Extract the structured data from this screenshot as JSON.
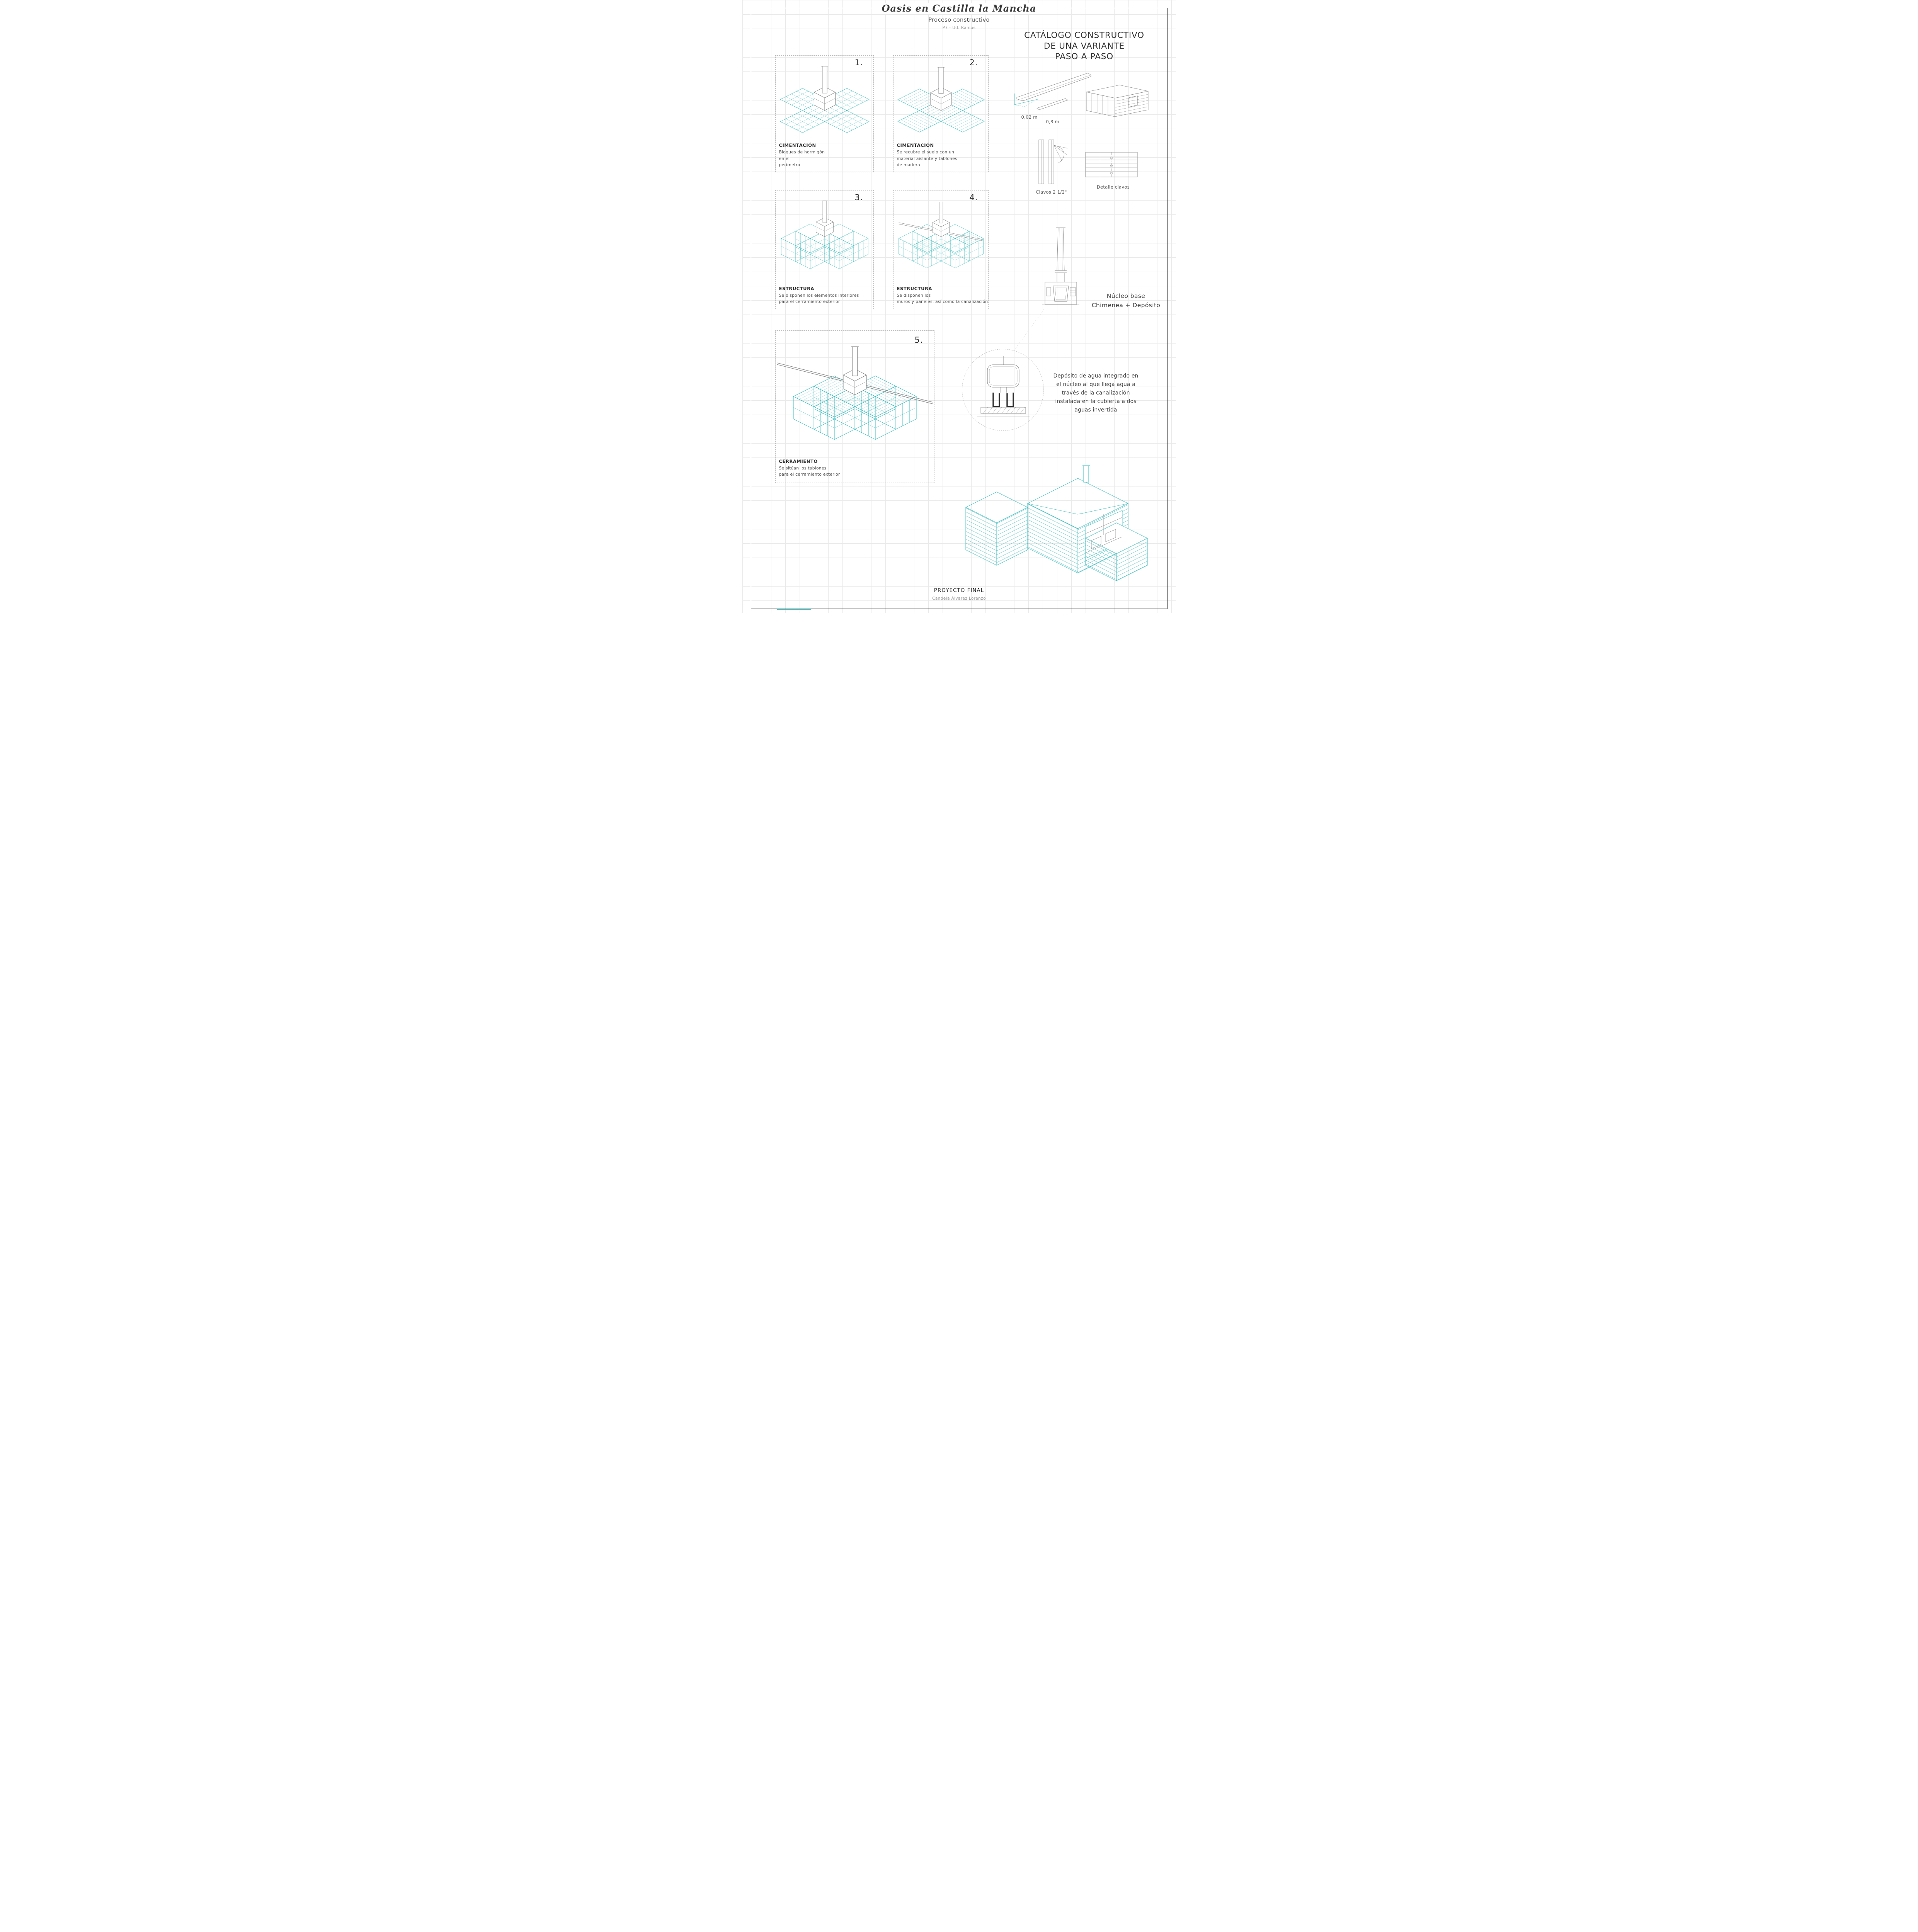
{
  "page": {
    "title": "Oasis en Castilla la Mancha",
    "subtitle": "Proceso constructivo",
    "code": "P7 - Ud. Ramos"
  },
  "catalog_heading": {
    "line1": "CATÁLOGO CONSTRUCTIVO",
    "line2": "DE UNA VARIANTE",
    "line3": "PASO A PASO"
  },
  "steps": [
    {
      "number": "1.",
      "title": "CIMENTACIÓN",
      "lines": [
        "Bloques de hormigón",
        "en el",
        "perímetro"
      ]
    },
    {
      "number": "2.",
      "title": "CIMENTACIÓN",
      "lines": [
        "Se recubre el suelo con un",
        "material aislante y tablones",
        "de madera"
      ]
    },
    {
      "number": "3.",
      "title": "ESTRUCTURA",
      "lines": [
        "Se disponen los elementos interiores",
        "para el cerramiento exterior"
      ]
    },
    {
      "number": "4.",
      "title": "ESTRUCTURA",
      "lines": [
        "Se disponen los",
        "muros y paneles, así como la canalización"
      ]
    },
    {
      "number": "5.",
      "title": "CERRAMIENTO",
      "lines": [
        "Se sitúan los tablones",
        "para el cerramiento exterior"
      ]
    }
  ],
  "details": {
    "plank": {
      "dim_thickness": "0,02 m",
      "dim_width": "0,3 m"
    },
    "nails": {
      "label": "Clavos 2 1/2\"",
      "detail_label": "Detalle clavos"
    },
    "core": {
      "line1": "Núcleo base",
      "line2": "Chimenea + Depósito"
    },
    "deposit_note": [
      "Depósito de agua integrado en",
      "el núcleo al que llega agua a",
      "través de la canalización",
      "instalada en la cubierta a dos",
      "aguas invertida"
    ]
  },
  "footer": {
    "title": "PROYECTO FINAL",
    "author": "Candela Álvarez Lorenzo"
  },
  "colors": {
    "teal": "#3dbdc0",
    "line_gray": "#8a8a8a",
    "grid": "#e9e9e9"
  }
}
